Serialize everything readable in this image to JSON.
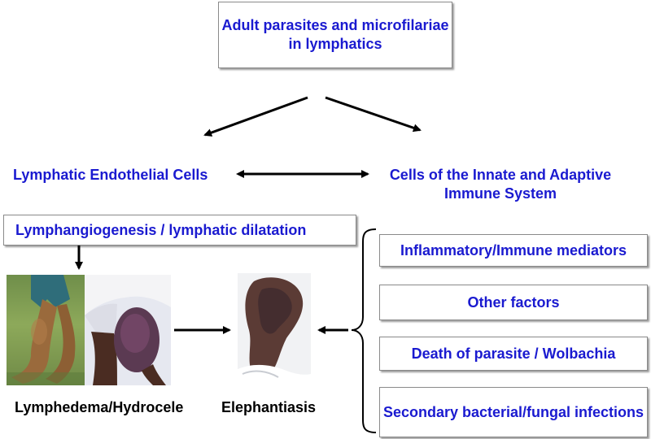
{
  "top_box": {
    "text": "Adult parasites and microfilariae in lymphatics"
  },
  "left_node": {
    "text": "Lymphatic Endothelial Cells"
  },
  "right_node": {
    "text": "Cells of the Innate and Adaptive Immune System"
  },
  "lymphangio_box": {
    "text": "Lymphangiogenesis / lymphatic dilatation"
  },
  "factors": [
    "Inflammatory/Immune mediators",
    "Other factors",
    "Death of parasite / Wolbachia",
    "Secondary bacterial/fungal infections"
  ],
  "captions": {
    "lymphedema": "Lymphedema/Hydrocele",
    "elephantiasis": "Elephantiasis"
  },
  "colors": {
    "text_blue": "#1a1ad0",
    "caption_black": "#000000",
    "box_border": "#8a8a8a",
    "arrow": "#000000"
  }
}
